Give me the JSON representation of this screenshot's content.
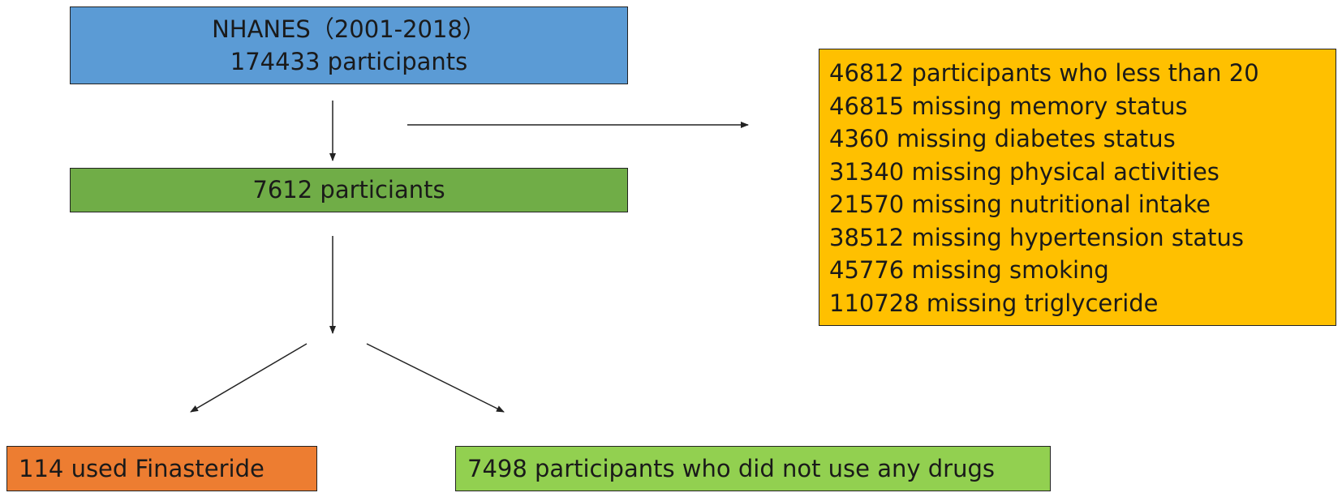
{
  "colors": {
    "nhanes_box": "#5b9bd5",
    "participants_box": "#70ad47",
    "exclusions_box": "#ffc000",
    "finasteride_box": "#ed7d31",
    "no_drugs_box": "#92d050"
  },
  "nodes": {
    "nhanes": {
      "line1": "NHANES（2001-2018）",
      "line2": "174433 participants"
    },
    "included": {
      "label": "7612 particiants"
    },
    "exclusions": {
      "items": [
        "46812 participants who less than 20",
        "46815 missing memory status",
        "4360 missing diabetes status",
        "31340 missing physical activities",
        "21570 missing nutritional intake",
        "38512 missing hypertension status",
        "45776 missing smoking",
        "110728 missing triglyceride"
      ]
    },
    "finasteride": {
      "label": "114 used Finasteride"
    },
    "no_drugs": {
      "label": "7498 participants who did not use any drugs"
    }
  }
}
